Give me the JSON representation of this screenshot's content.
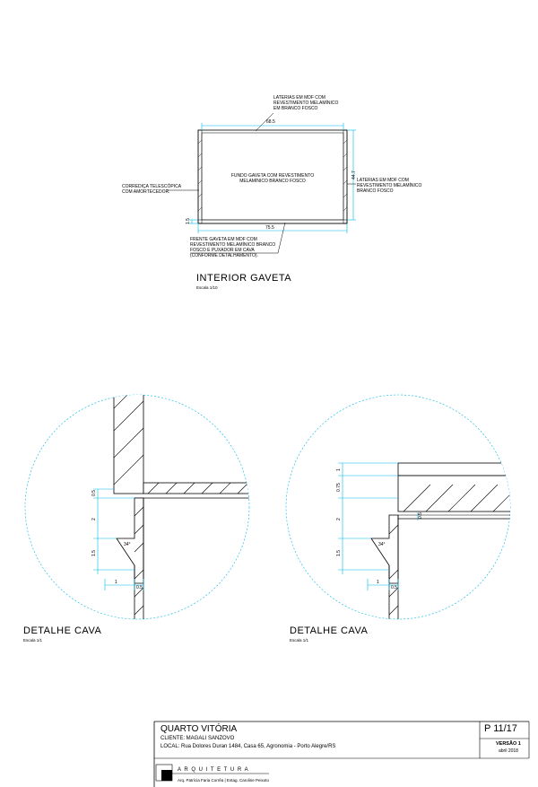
{
  "interior_gaveta": {
    "title": "INTERIOR GAVETA",
    "scale": "Escala 1/10",
    "label_laterais_top": [
      "LATERIAS EM MDF COM",
      "REVESTIMENTO MELAMÍNICO",
      "EM BRANCO FOSCO"
    ],
    "label_fundo": [
      "FUNDO GAVETA COM REVESTIMENTO",
      "MELAMÍNICO BRANCO FOSCO"
    ],
    "label_corredica": [
      "CORREDIÇA TELESCÓPICA",
      "COM AMORTECEDOR."
    ],
    "label_laterais_right": [
      "LATERIAS EM MDF COM",
      "REVESTIMENTO MELAMÍNICO",
      "BRANCO FOSCO"
    ],
    "label_frente": [
      "FRENTE GAVETA EM MDF COM",
      "REVESTIMENTO MELAMÍNICO BRANCO",
      "FOSCO E  PUXADOR EM CAVA",
      "(CONFORME DETALHAMENTO)."
    ],
    "dim_width_top": "68.5",
    "dim_width_bottom": "75.5",
    "dim_height": "44.7",
    "dim_front": "1.5"
  },
  "detail_left": {
    "title": "DETALHE CAVA",
    "scale": "Escala 1/1",
    "dims_vertical": [
      "0.5",
      "2",
      "1.5"
    ],
    "dims_horizontal": [
      "1",
      "0.5"
    ],
    "angle": "34°"
  },
  "detail_right": {
    "title": "DETALHE CAVA",
    "scale": "Escala 1/1",
    "dims_vertical": [
      "1",
      "0.75",
      "2",
      "1.5"
    ],
    "dims_horizontal": [
      "1",
      "0.5"
    ],
    "dim_small": "0.5",
    "angle": "34°"
  },
  "title_block": {
    "project": "QUARTO VITÓRIA",
    "client": "CLIENTE: MAGALI SANZOVO",
    "location": "LOCAL: Rua Dolores Duran 1484, Casa 65, Agronomia - Porto Alegre/RS",
    "sheet": "P 11/17",
    "version": "VERSÃO 1",
    "date": "abril 2018",
    "firm": "A R Q U I T E T U R A",
    "credits": "Arq. Patrícia Faria Corrêa | Estag. Caroline Peixoto"
  },
  "colors": {
    "dimension": "#00b7e8",
    "ink": "#000000"
  }
}
